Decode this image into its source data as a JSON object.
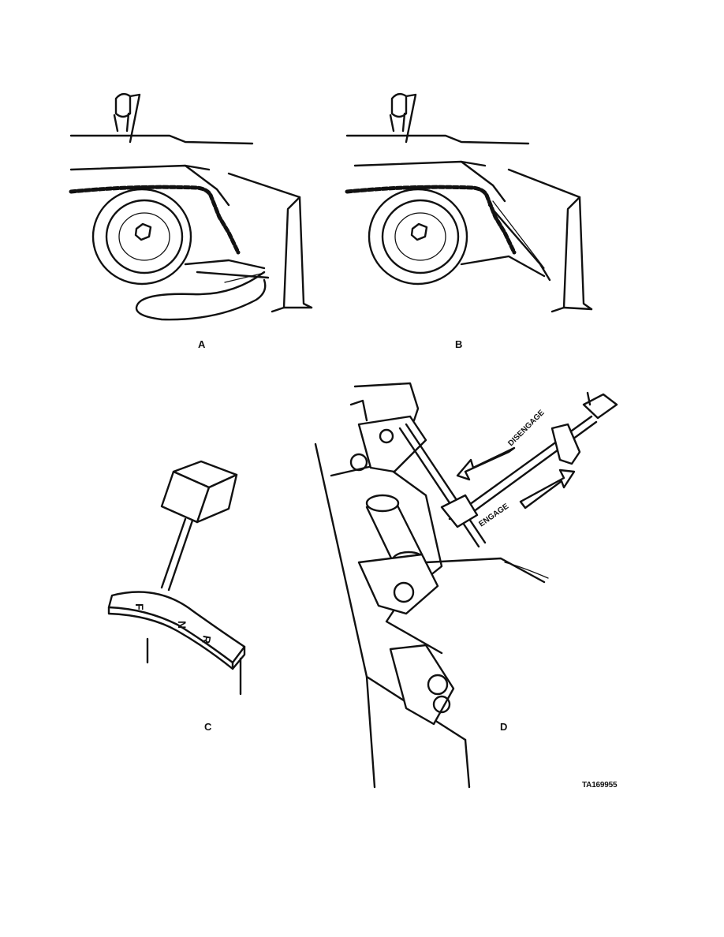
{
  "panels": {
    "a": {
      "label": "A"
    },
    "b": {
      "label": "B"
    },
    "c": {
      "label": "C",
      "shift_letters": [
        "F",
        "N",
        "R"
      ]
    },
    "d": {
      "label": "D",
      "disengage_label": "DISENGAGE",
      "engage_label": "ENGAGE"
    }
  },
  "figure_code": "TA169955"
}
